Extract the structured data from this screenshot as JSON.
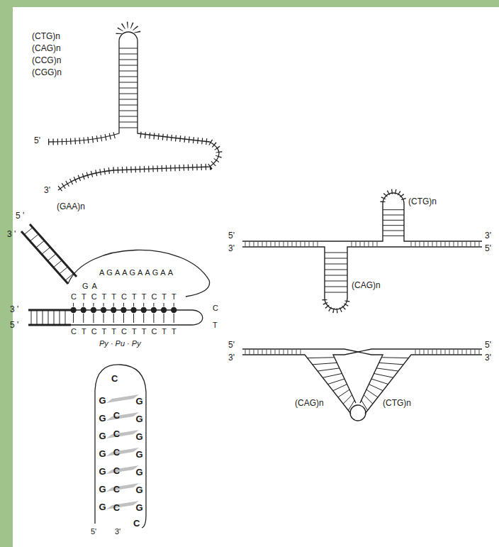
{
  "diagram": {
    "labels": [
      "(CTG)n",
      "(CAG)n",
      "(CCG)n",
      "(CGG)n",
      "5'",
      "3'",
      "(GAA)n",
      "5 '",
      "3 '",
      "GA",
      "AGAAGAAGAA",
      "CTCTTCTTCTT",
      "C",
      "T",
      "CTCTTCTTCTT",
      "Py · Pu · Py",
      "3 '",
      "5 '",
      "5'",
      "3'",
      "3'",
      "5'",
      "(CTG)n",
      "(CAG)n",
      "5'",
      "3'",
      "5'",
      "3'",
      "(CAG)n",
      "(CTG)n",
      "C",
      "GGGGGGG",
      "CCCCCC",
      "GGGGGGG",
      "C",
      "5'",
      "3'"
    ]
  }
}
